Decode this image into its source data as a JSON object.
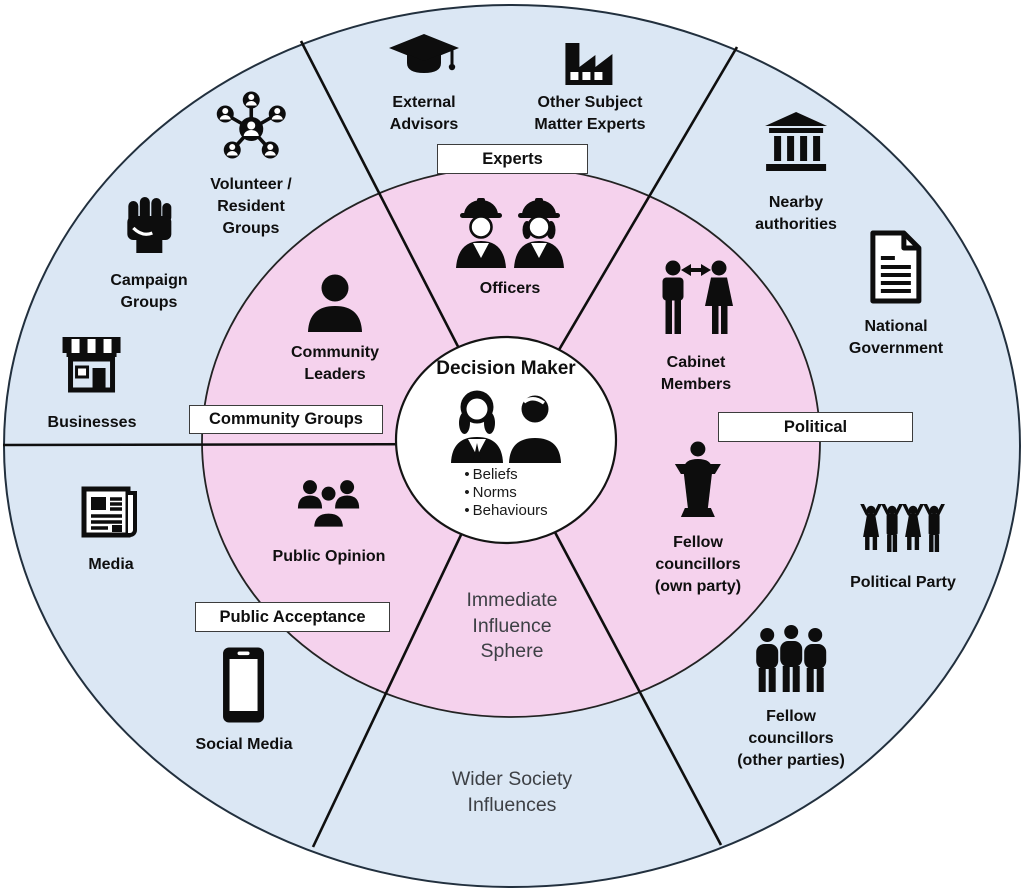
{
  "colors": {
    "outer_ring": "#dbe7f4",
    "inner_ring": "#f5d2ed",
    "center_circle": "#ffffff",
    "ring_stroke": "#22303e",
    "divider_line": "#0f0f0f",
    "icon": "#0d0d0d"
  },
  "center": {
    "title": "Decision Maker",
    "icon": "decision-makers-icon",
    "bullets": [
      "Beliefs",
      "Norms",
      "Behaviours"
    ]
  },
  "ring_labels": {
    "inner": "Immediate\nInfluence\nSphere",
    "outer": "Wider Society\nInfluences"
  },
  "sector_labels": {
    "experts": "Experts",
    "political": "Political",
    "community": "Community Groups",
    "acceptance": "Public Acceptance"
  },
  "inner_items": [
    {
      "label": "Officers",
      "icon": "construction-workers-icon"
    },
    {
      "label": "Cabinet\nMembers",
      "icon": "man-arrow-woman-icon"
    },
    {
      "label": "Fellow\ncouncillors\n(own party)",
      "icon": "podium-speaker-icon"
    },
    {
      "label": "Community\nLeaders",
      "icon": "person-icon"
    },
    {
      "label": "Public Opinion",
      "icon": "people-group-icon"
    }
  ],
  "outer_items": [
    {
      "label": "External\nAdvisors",
      "icon": "graduation-cap-icon"
    },
    {
      "label": "Other Subject\nMatter Experts",
      "icon": "factory-icon"
    },
    {
      "label": "Nearby\nauthorities",
      "icon": "bank-building-icon"
    },
    {
      "label": "National\nGovernment",
      "icon": "document-icon"
    },
    {
      "label": "Political Party",
      "icon": "cheering-crowd-icon"
    },
    {
      "label": "Fellow\ncouncillors\n(other parties)",
      "icon": "three-people-icon"
    },
    {
      "label": "Social Media",
      "icon": "smartphone-icon"
    },
    {
      "label": "Media",
      "icon": "newspaper-icon"
    },
    {
      "label": "Businesses",
      "icon": "storefront-icon"
    },
    {
      "label": "Campaign\nGroups",
      "icon": "raised-fist-icon"
    },
    {
      "label": "Volunteer /\nResident\nGroups",
      "icon": "people-network-icon"
    }
  ]
}
